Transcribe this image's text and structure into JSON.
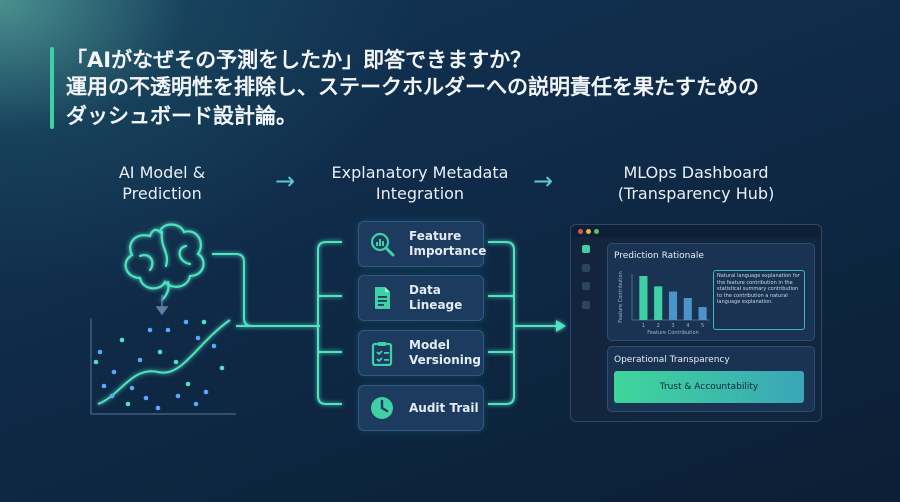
{
  "headline": {
    "line1": "「AIがなぜその予測をしたか」即答できますか？",
    "line2": "運用の不透明性を排除し、ステークホルダーへの説明責任を果たすための",
    "line3": "ダッシュボード設計論。"
  },
  "columns": {
    "model": {
      "line1": "AI Model &",
      "line2": "Prediction"
    },
    "meta": {
      "line1": "Explanatory Metadata",
      "line2": "Integration"
    },
    "dashboard": {
      "line1": "MLOps Dashboard",
      "line2": "(Transparency Hub)"
    }
  },
  "arrow_glyph": "→",
  "metadata_items": [
    {
      "line1": "Feature",
      "line2": "Importance",
      "icon": "magnifier-chart-icon"
    },
    {
      "line1": "Data",
      "line2": "Lineage",
      "icon": "document-icon"
    },
    {
      "line1": "Model",
      "line2": "Versioning",
      "icon": "clipboard-check-icon"
    },
    {
      "line1": "Audit Trail",
      "line2": "",
      "icon": "clock-icon"
    }
  ],
  "dashboard": {
    "prediction_rationale": {
      "title": "Prediction Rationale",
      "ylabel": "Feature Contribution",
      "xlabel": "Feature Contribution",
      "ticks": [
        "1",
        "2",
        "3",
        "4",
        "5"
      ],
      "explanation": "Natural language explanation for the feature contribution in the statistical summary contribution to the contribution a natural language explanation."
    },
    "operational_transparency": {
      "title": "Operational Transparency",
      "button": "Trust & Accountability"
    }
  },
  "colors": {
    "accent": "#3fd1a5",
    "neon": "#4fe3c0",
    "bar": "#3fc4a2",
    "button": "#3fb6a0"
  },
  "chart_data": {
    "type": "bar",
    "categories": [
      "1",
      "2",
      "3",
      "4",
      "5"
    ],
    "values": [
      34,
      26,
      22,
      17,
      10
    ],
    "xlabel": "Feature Contribution",
    "ylabel": "Feature Contribution",
    "grid": false
  }
}
